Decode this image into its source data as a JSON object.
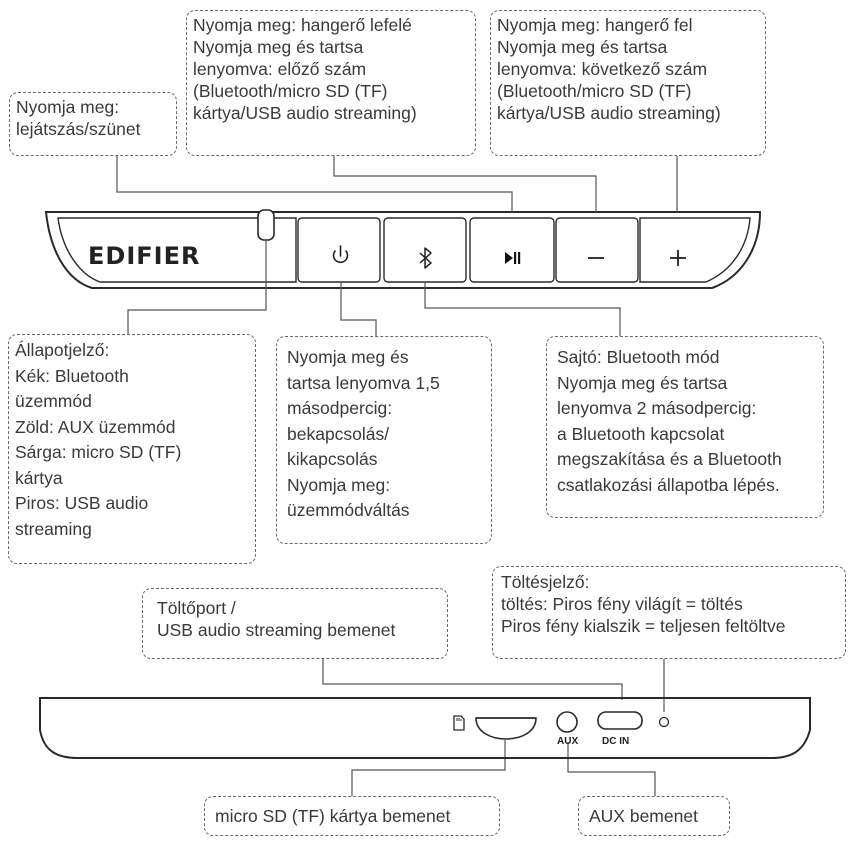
{
  "brand": "EDIFIER",
  "callouts": {
    "play_pause": [
      "Nyomja meg:",
      "lejátszás/szünet"
    ],
    "volume_down": [
      "Nyomja meg: hangerő lefelé",
      "Nyomja meg és tartsa",
      "lenyomva: előző szám",
      "(Bluetooth/micro SD (TF)",
      "kártya/USB audio streaming)"
    ],
    "volume_up": [
      "Nyomja meg: hangerő fel",
      "Nyomja meg és tartsa",
      "lenyomva: következő szám",
      "(Bluetooth/micro SD (TF)",
      "kártya/USB audio streaming)"
    ],
    "status_led": [
      "Állapotjelző:",
      "Kék: Bluetooth",
      "üzemmód",
      "Zöld: AUX üzemmód",
      "Sárga: micro SD (TF)",
      "kártya",
      "Piros: USB audio",
      "streaming"
    ],
    "power": [
      "Nyomja meg és",
      "tartsa lenyomva 1,5",
      "másodpercig:",
      "bekapcsolás/",
      "kikapcsolás",
      "Nyomja meg:",
      "üzemmódváltás"
    ],
    "bluetooth": [
      "Sajtó: Bluetooth mód",
      "Nyomja meg és tartsa",
      "lenyomva 2 másodpercig:",
      "a Bluetooth kapcsolat",
      "megszakítása és a Bluetooth",
      "csatlakozási állapotba lépés."
    ],
    "charge_port": [
      "Töltőport /",
      "USB audio streaming bemenet"
    ],
    "charge_indicator": [
      "Töltésjelző:",
      "töltés: Piros fény világít = töltés",
      "Piros fény kialszik = teljesen feltöltve"
    ],
    "microsd": [
      "micro SD (TF) kártya bemenet"
    ],
    "aux": [
      "AUX bemenet"
    ]
  },
  "ports": {
    "aux_label": "AUX",
    "dcin_label": "DC IN"
  },
  "icons": {
    "power": "power-icon",
    "bluetooth": "bluetooth-icon",
    "play_pause": "play-pause-icon",
    "minus": "minus-icon",
    "plus": "plus-icon",
    "sd_card": "sd-card-icon"
  },
  "colors": {
    "line": "#555555",
    "outline": "#2a2a2a",
    "text": "#3a3a3a"
  }
}
